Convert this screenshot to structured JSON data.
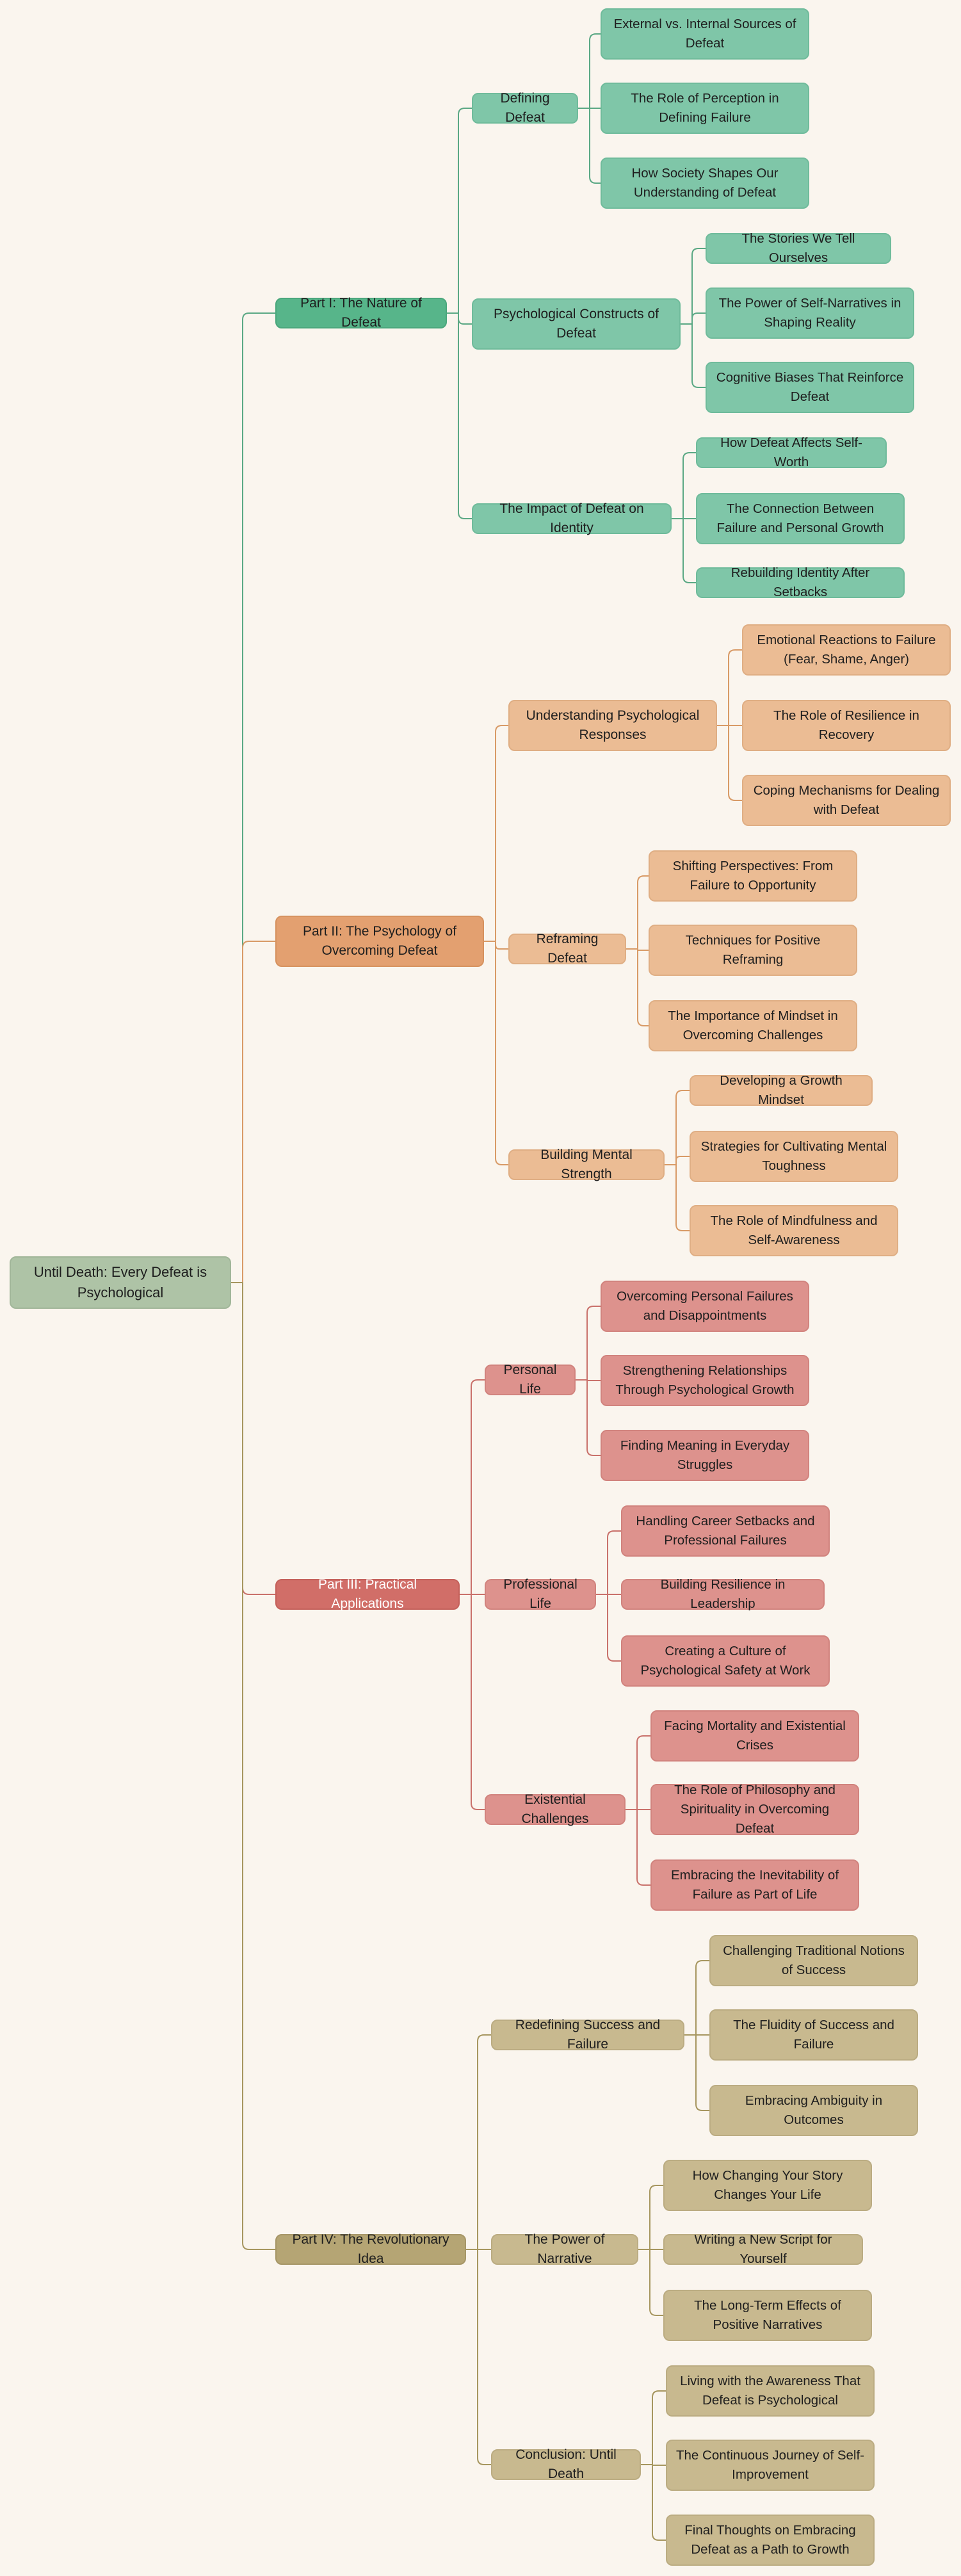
{
  "mindmap": {
    "root": "Until Death: Every Defeat is Psychological",
    "colors": {
      "background": "#faf5ee",
      "root": "#aec3a6",
      "parts": [
        "#57b58a",
        "#e3a070",
        "#d16e68",
        "#b5a574"
      ],
      "children": [
        "#7fc6a8",
        "#ebbc94",
        "#dd928d",
        "#c8b98f"
      ],
      "lines": [
        "#5aa884",
        "#d89a66",
        "#c9716b",
        "#a6965f"
      ]
    },
    "parts": [
      {
        "label": "Part I: The Nature of Defeat",
        "sections": [
          {
            "label": "Defining Defeat",
            "items": [
              "External vs. Internal Sources of Defeat",
              "The Role of Perception in Defining Failure",
              "How Society Shapes Our Understanding of Defeat"
            ]
          },
          {
            "label": "Psychological Constructs of Defeat",
            "items": [
              "The Stories We Tell Ourselves",
              "The Power of Self-Narratives in Shaping Reality",
              "Cognitive Biases That Reinforce Defeat"
            ]
          },
          {
            "label": "The Impact of Defeat on Identity",
            "items": [
              "How Defeat Affects Self-Worth",
              "The Connection Between Failure and Personal Growth",
              "Rebuilding Identity After Setbacks"
            ]
          }
        ]
      },
      {
        "label": "Part II: The Psychology of Overcoming Defeat",
        "sections": [
          {
            "label": "Understanding Psychological Responses",
            "items": [
              "Emotional Reactions to Failure (Fear, Shame, Anger)",
              "The Role of Resilience in Recovery",
              "Coping Mechanisms for Dealing with Defeat"
            ]
          },
          {
            "label": "Reframing Defeat",
            "items": [
              "Shifting Perspectives: From Failure to Opportunity",
              "Techniques for Positive Reframing",
              "The Importance of Mindset in Overcoming Challenges"
            ]
          },
          {
            "label": "Building Mental Strength",
            "items": [
              "Developing a Growth Mindset",
              "Strategies for Cultivating Mental Toughness",
              "The Role of Mindfulness and Self-Awareness"
            ]
          }
        ]
      },
      {
        "label": "Part III: Practical Applications",
        "sections": [
          {
            "label": "Personal Life",
            "items": [
              "Overcoming Personal Failures and Disappointments",
              "Strengthening Relationships Through Psychological Growth",
              "Finding Meaning in Everyday Struggles"
            ]
          },
          {
            "label": "Professional Life",
            "items": [
              "Handling Career Setbacks and Professional Failures",
              "Building Resilience in Leadership",
              "Creating a Culture of Psychological Safety at Work"
            ]
          },
          {
            "label": "Existential Challenges",
            "items": [
              "Facing Mortality and Existential Crises",
              "The Role of Philosophy and Spirituality in Overcoming Defeat",
              "Embracing the Inevitability of Failure as Part of Life"
            ]
          }
        ]
      },
      {
        "label": "Part IV: The Revolutionary Idea",
        "sections": [
          {
            "label": "Redefining Success and Failure",
            "items": [
              "Challenging Traditional Notions of Success",
              "The Fluidity of Success and Failure",
              "Embracing Ambiguity in Outcomes"
            ]
          },
          {
            "label": "The Power of Narrative",
            "items": [
              "How Changing Your Story Changes Your Life",
              "Writing a New Script for Yourself",
              "The Long-Term Effects of Positive Narratives"
            ]
          },
          {
            "label": "Conclusion: Until Death",
            "items": [
              "Living with the Awareness That Defeat is Psychological",
              "The Continuous Journey of Self-Improvement",
              "Final Thoughts on Embracing Defeat as a Path to Growth"
            ]
          }
        ]
      }
    ]
  }
}
